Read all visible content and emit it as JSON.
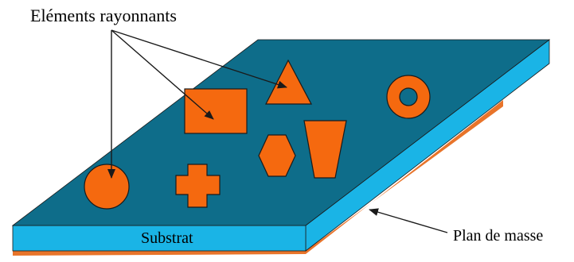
{
  "diagram": {
    "labels": {
      "radiating_elements": "Eléments rayonnants",
      "substrate": "Substrat",
      "ground_plane": "Plan de masse"
    },
    "colors": {
      "substrate_top": "#0e6d8a",
      "substrate_side": "#1ab4e6",
      "ground_plane": "#e8742a",
      "patch": "#f5690f",
      "outline": "#1a1a1a",
      "background": "#ffffff"
    },
    "shapes": [
      "rectangle",
      "triangle",
      "ring",
      "circle",
      "cross",
      "hexagon",
      "trapezoid"
    ]
  }
}
